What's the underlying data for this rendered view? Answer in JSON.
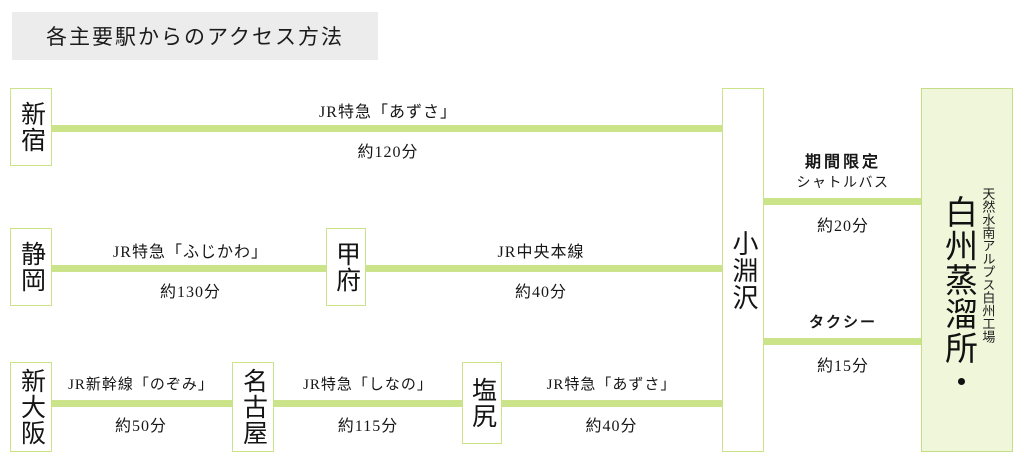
{
  "title": "各主要駅からのアクセス方法",
  "colors": {
    "line": "#cbe489",
    "title_band": "#ececec",
    "destination_fill": "#eff6da",
    "destination_border": "#c5dd84",
    "station_border": "#cbe489",
    "text": "#161616"
  },
  "destination": {
    "main": "白州蒸溜所・",
    "sub": "天然水南アルプス白州工場"
  },
  "hub": {
    "name": "小淵沢"
  },
  "routes": [
    {
      "id": "shinjuku",
      "origin": "新宿",
      "segments": [
        {
          "label": "JR特急「あずさ」",
          "time": "約120分"
        }
      ]
    },
    {
      "id": "shizuoka",
      "origin": "静岡",
      "segments": [
        {
          "label": "JR特急「ふじかわ」",
          "time": "約130分"
        },
        {
          "label": "JR中央本線",
          "time": "約40分"
        }
      ],
      "via": [
        "甲府"
      ]
    },
    {
      "id": "shin-osaka",
      "origin": "新大阪",
      "segments": [
        {
          "label": "JR新幹線「のぞみ」",
          "time": "約50分"
        },
        {
          "label": "JR特急「しなの」",
          "time": "約115分"
        },
        {
          "label": "JR特急「あずさ」",
          "time": "約40分"
        }
      ],
      "via": [
        "名古屋",
        "塩尻"
      ]
    }
  ],
  "final_legs": [
    {
      "id": "shuttle",
      "label_line1": "期間限定",
      "label_line2": "シャトルバス",
      "time": "約20分"
    },
    {
      "id": "taxi",
      "label_line1": "タクシー",
      "label_line2": "",
      "time": "約15分"
    }
  ]
}
